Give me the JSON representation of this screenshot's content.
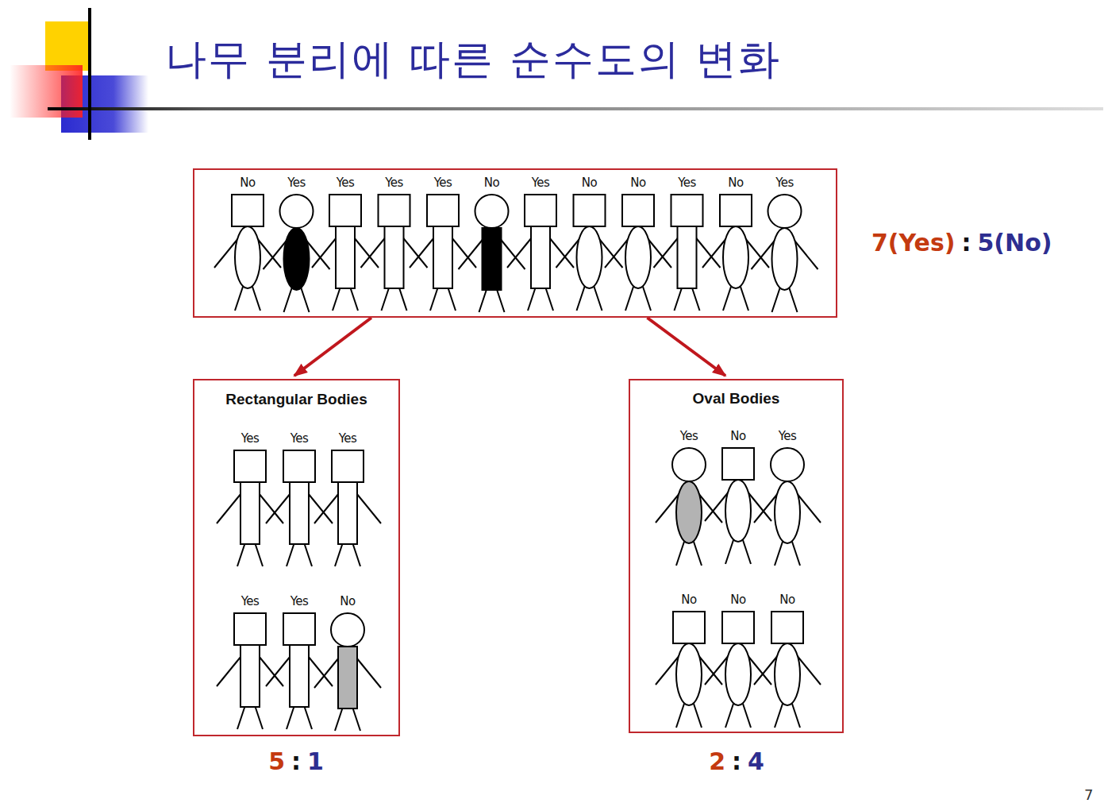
{
  "diagram": {
    "title": "나무 분리에 따른 순수도의 변화",
    "nodes": [
      {
        "text": [
          "No",
          "Yes",
          "Yes",
          "Yes",
          "Yes",
          "No",
          "Yes",
          "No",
          "No",
          "Yes",
          "No",
          "Yes"
        ]
      },
      {
        "text": [
          "Rectangular Bodies",
          "Yes",
          "Yes",
          "Yes",
          "Yes",
          "Yes",
          "No"
        ]
      },
      {
        "text": [
          "Oval Bodies",
          "Yes",
          "No",
          "Yes",
          "No",
          "No",
          "No"
        ]
      }
    ],
    "edges": [
      {
        "from": 0,
        "to": 1,
        "arrow": "to"
      },
      {
        "from": 0,
        "to": 2,
        "arrow": "to"
      }
    ],
    "labels": [
      "7(Yes)",
      ":",
      "5(No)",
      "5",
      ":",
      "1",
      "2",
      ":",
      "4",
      "7"
    ]
  }
}
